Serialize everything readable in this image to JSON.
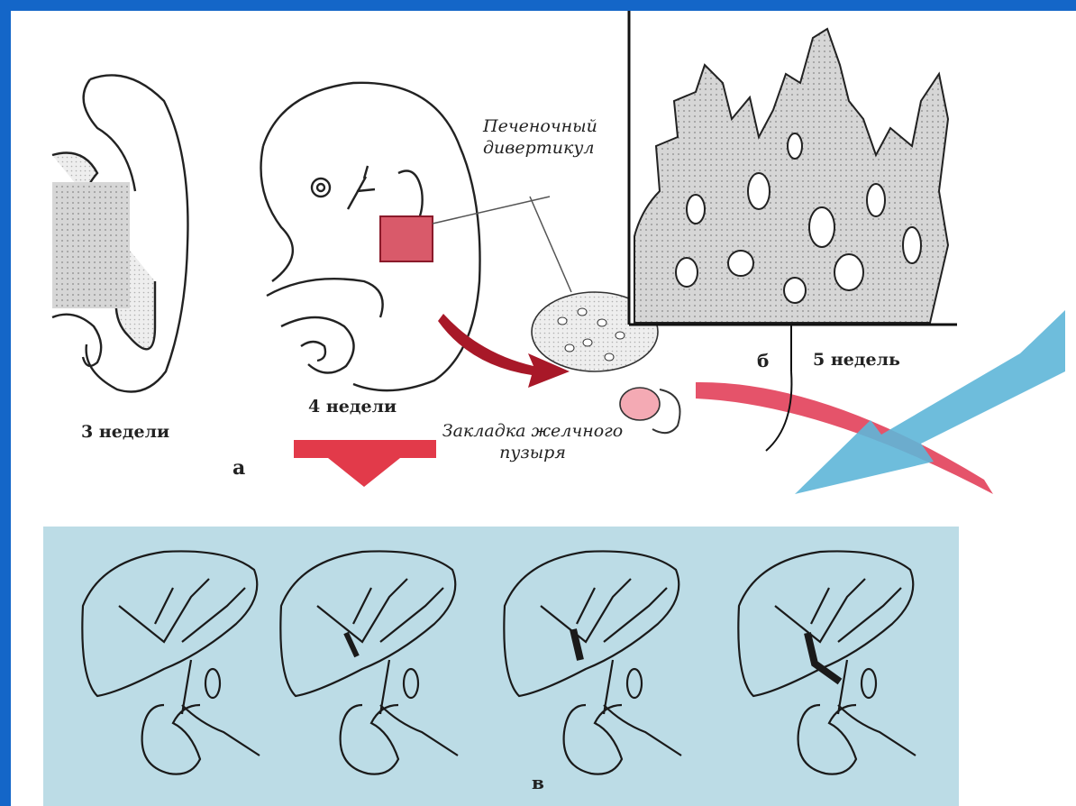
{
  "labels": {
    "hepatic_diverticulum": "Печеночный дивертикул",
    "gallbladder_bud": "Закладка желчного пузыря",
    "week3": "3 недели",
    "week4": "4 недели",
    "panel_a": "а",
    "panel_b": "б",
    "week5": "5 недель",
    "panel_v": "в"
  },
  "colors": {
    "frame": "#1466c8",
    "panel_bg": "#bcdce6",
    "red_arrow": "#e23a4a",
    "blue_arrow": "#5eb6d8",
    "stipple": "#cfcfcf"
  }
}
